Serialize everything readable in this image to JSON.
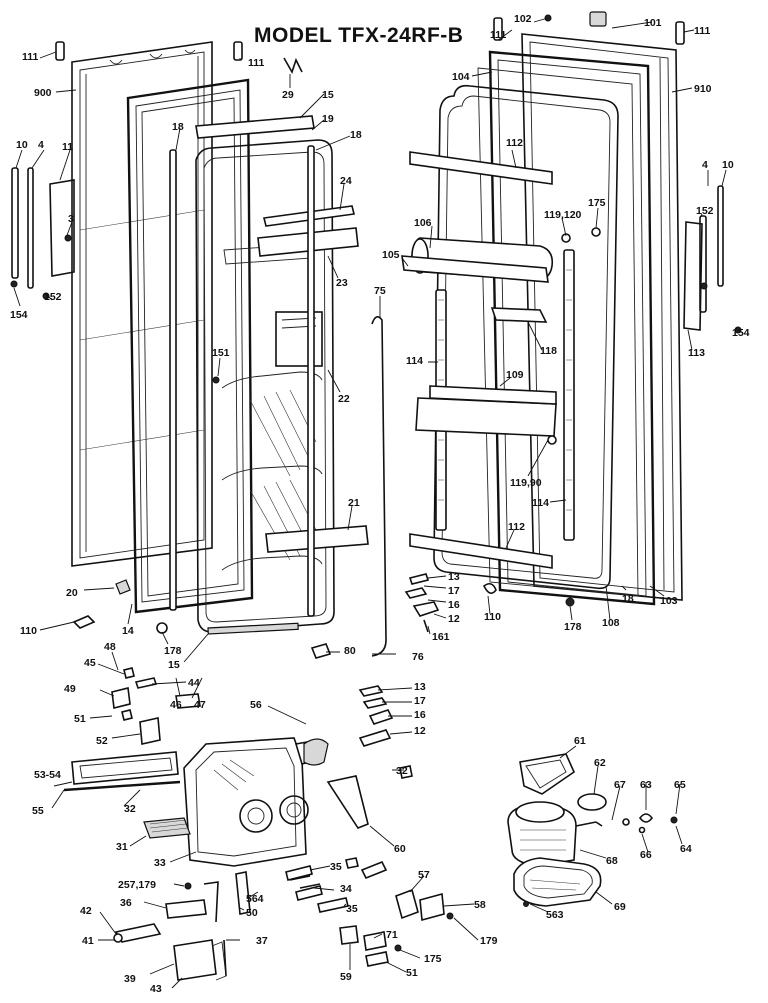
{
  "diagram": {
    "title": "MODEL TFX-24RF-B",
    "callouts": [
      {
        "id": "c-111-a",
        "text": "111"
      },
      {
        "id": "c-900",
        "text": "900"
      },
      {
        "id": "c-10-l",
        "text": "10"
      },
      {
        "id": "c-4-l",
        "text": "4"
      },
      {
        "id": "c-11-l",
        "text": "11"
      },
      {
        "id": "c-3",
        "text": "3"
      },
      {
        "id": "c-152-l",
        "text": "152"
      },
      {
        "id": "c-154-l",
        "text": "154"
      },
      {
        "id": "c-111-b",
        "text": "111"
      },
      {
        "id": "c-29",
        "text": "29"
      },
      {
        "id": "c-15-t",
        "text": "15"
      },
      {
        "id": "c-19",
        "text": "19"
      },
      {
        "id": "c-18-a",
        "text": "18"
      },
      {
        "id": "c-18-b",
        "text": "18"
      },
      {
        "id": "c-24",
        "text": "24"
      },
      {
        "id": "c-23",
        "text": "23"
      },
      {
        "id": "c-151",
        "text": "151"
      },
      {
        "id": "c-22",
        "text": "22"
      },
      {
        "id": "c-75",
        "text": "75"
      },
      {
        "id": "c-21",
        "text": "21"
      },
      {
        "id": "c-20",
        "text": "20"
      },
      {
        "id": "c-110-l",
        "text": "110"
      },
      {
        "id": "c-14",
        "text": "14"
      },
      {
        "id": "c-178-l",
        "text": "178"
      },
      {
        "id": "c-15-b",
        "text": "15"
      },
      {
        "id": "c-80",
        "text": "80"
      },
      {
        "id": "c-76",
        "text": "76"
      },
      {
        "id": "c-111-c",
        "text": "111"
      },
      {
        "id": "c-102",
        "text": "102"
      },
      {
        "id": "c-101",
        "text": "101"
      },
      {
        "id": "c-111-d",
        "text": "111"
      },
      {
        "id": "c-104",
        "text": "104"
      },
      {
        "id": "c-910",
        "text": "910"
      },
      {
        "id": "c-112-t",
        "text": "112"
      },
      {
        "id": "c-175-r",
        "text": "175"
      },
      {
        "id": "c-119-120",
        "text": "119,120"
      },
      {
        "id": "c-106",
        "text": "106"
      },
      {
        "id": "c-105",
        "text": "105"
      },
      {
        "id": "c-4-r",
        "text": "4"
      },
      {
        "id": "c-10-r",
        "text": "10"
      },
      {
        "id": "c-152-r",
        "text": "152"
      },
      {
        "id": "c-154-r",
        "text": "154"
      },
      {
        "id": "c-113",
        "text": "113"
      },
      {
        "id": "c-118",
        "text": "118"
      },
      {
        "id": "c-114-a",
        "text": "114"
      },
      {
        "id": "c-109",
        "text": "109"
      },
      {
        "id": "c-119-90",
        "text": "119,90"
      },
      {
        "id": "c-114-b",
        "text": "114"
      },
      {
        "id": "c-112-b",
        "text": "112"
      },
      {
        "id": "c-13-r",
        "text": "13"
      },
      {
        "id": "c-17-r",
        "text": "17"
      },
      {
        "id": "c-16-r",
        "text": "16"
      },
      {
        "id": "c-12-r",
        "text": "12"
      },
      {
        "id": "c-161",
        "text": "161"
      },
      {
        "id": "c-110-r",
        "text": "110"
      },
      {
        "id": "c-178-r",
        "text": "178"
      },
      {
        "id": "c-108",
        "text": "108"
      },
      {
        "id": "c-18-r",
        "text": "18"
      },
      {
        "id": "c-103",
        "text": "103"
      },
      {
        "id": "c-48",
        "text": "48"
      },
      {
        "id": "c-45",
        "text": "45"
      },
      {
        "id": "c-44",
        "text": "44"
      },
      {
        "id": "c-49",
        "text": "49"
      },
      {
        "id": "c-46",
        "text": "46"
      },
      {
        "id": "c-47",
        "text": "47"
      },
      {
        "id": "c-51-l",
        "text": "51"
      },
      {
        "id": "c-52",
        "text": "52"
      },
      {
        "id": "c-56",
        "text": "56"
      },
      {
        "id": "c-13-c",
        "text": "13"
      },
      {
        "id": "c-17-c",
        "text": "17"
      },
      {
        "id": "c-16-c",
        "text": "16"
      },
      {
        "id": "c-12-c",
        "text": "12"
      },
      {
        "id": "c-53-54",
        "text": "53-54"
      },
      {
        "id": "c-55",
        "text": "55"
      },
      {
        "id": "c-32-l",
        "text": "32"
      },
      {
        "id": "c-32-r",
        "text": "32"
      },
      {
        "id": "c-31",
        "text": "31"
      },
      {
        "id": "c-33",
        "text": "33"
      },
      {
        "id": "c-60",
        "text": "60"
      },
      {
        "id": "c-35-a",
        "text": "35"
      },
      {
        "id": "c-34",
        "text": "34"
      },
      {
        "id": "c-35-b",
        "text": "35"
      },
      {
        "id": "c-564",
        "text": "564"
      },
      {
        "id": "c-257-179",
        "text": "257,179"
      },
      {
        "id": "c-36",
        "text": "36"
      },
      {
        "id": "c-50",
        "text": "50"
      },
      {
        "id": "c-42",
        "text": "42"
      },
      {
        "id": "c-41",
        "text": "41"
      },
      {
        "id": "c-37",
        "text": "37"
      },
      {
        "id": "c-39",
        "text": "39"
      },
      {
        "id": "c-43",
        "text": "43"
      },
      {
        "id": "c-57",
        "text": "57"
      },
      {
        "id": "c-58",
        "text": "58"
      },
      {
        "id": "c-179",
        "text": "179"
      },
      {
        "id": "c-71",
        "text": "71"
      },
      {
        "id": "c-175-b",
        "text": "175"
      },
      {
        "id": "c-59",
        "text": "59"
      },
      {
        "id": "c-51-b",
        "text": "51"
      },
      {
        "id": "c-61",
        "text": "61"
      },
      {
        "id": "c-62",
        "text": "62"
      },
      {
        "id": "c-67",
        "text": "67"
      },
      {
        "id": "c-63",
        "text": "63"
      },
      {
        "id": "c-65",
        "text": "65"
      },
      {
        "id": "c-66",
        "text": "66"
      },
      {
        "id": "c-64",
        "text": "64"
      },
      {
        "id": "c-68",
        "text": "68"
      },
      {
        "id": "c-69",
        "text": "69"
      },
      {
        "id": "c-563",
        "text": "563"
      }
    ]
  }
}
